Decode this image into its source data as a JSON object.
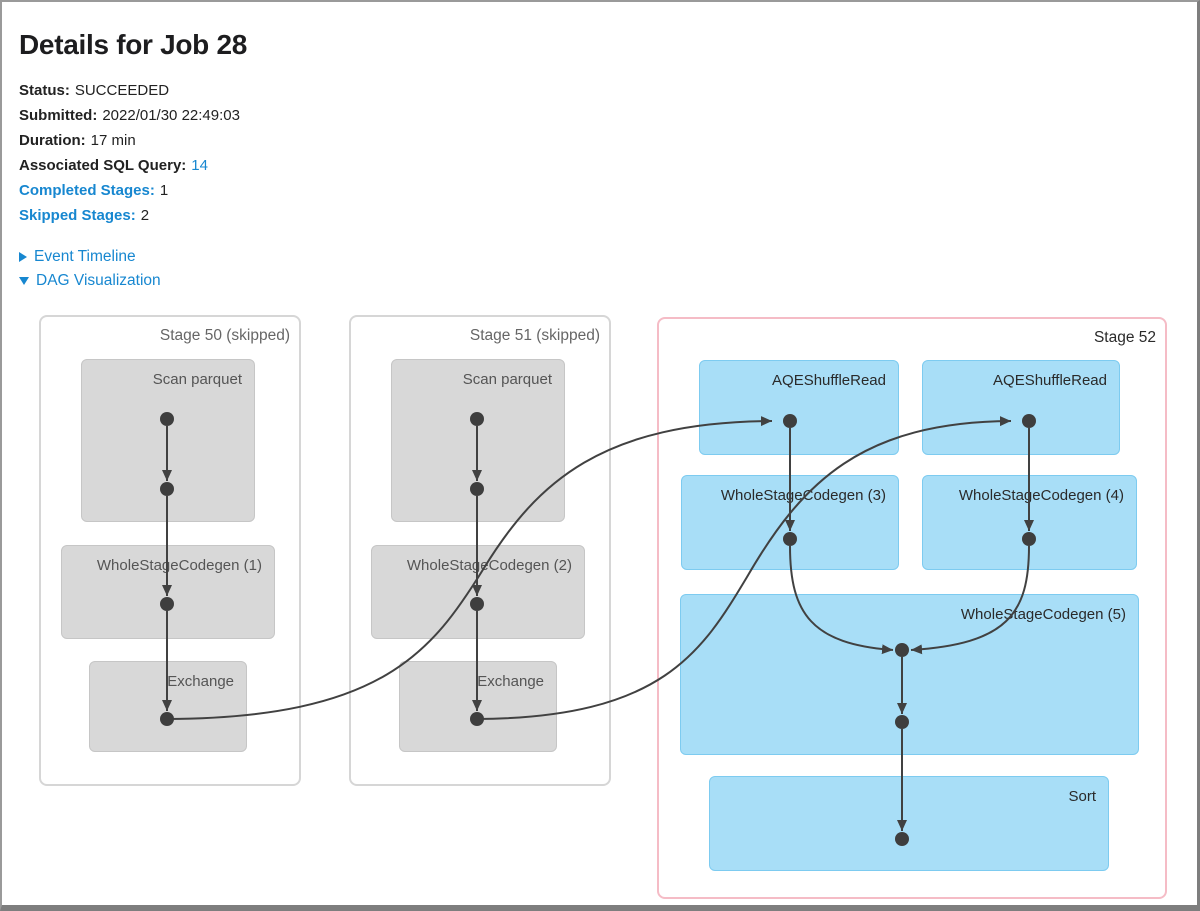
{
  "header": {
    "title": "Details for Job 28",
    "fields": [
      {
        "label": "Status:",
        "value": "SUCCEEDED"
      },
      {
        "label": "Submitted:",
        "value": "2022/01/30 22:49:03"
      },
      {
        "label": "Duration:",
        "value": "17 min"
      },
      {
        "label": "Associated SQL Query:",
        "value": "14"
      },
      {
        "label": "Completed Stages:",
        "value": "1"
      },
      {
        "label": "Skipped Stages:",
        "value": "2"
      }
    ]
  },
  "toggles": {
    "event_timeline": {
      "label": "Event Timeline",
      "state": "collapsed",
      "icon": "caret-right"
    },
    "dag_visualization": {
      "label": "DAG Visualization",
      "state": "expanded",
      "icon": "caret-down"
    }
  },
  "dag": {
    "stages": [
      {
        "title": "Stage 50 (skipped)",
        "skipped": true,
        "nodes": [
          "Scan parquet",
          "WholeStageCodegen (1)",
          "Exchange"
        ]
      },
      {
        "title": "Stage 51 (skipped)",
        "skipped": true,
        "nodes": [
          "Scan parquet",
          "WholeStageCodegen (2)",
          "Exchange"
        ]
      },
      {
        "title": "Stage 52",
        "skipped": false,
        "nodes": [
          "AQEShuffleRead",
          "AQEShuffleRead",
          "WholeStageCodegen (3)",
          "WholeStageCodegen (4)",
          "WholeStageCodegen (5)",
          "Sort"
        ]
      }
    ],
    "edges_summary": [
      "Stage 50: Scan parquet -> WholeStageCodegen (1) -> Exchange",
      "Stage 51: Scan parquet -> WholeStageCodegen (2) -> Exchange",
      "Stage 50 Exchange -> Stage 52 AQEShuffleRead (left)",
      "Stage 51 Exchange -> Stage 52 AQEShuffleRead (right)",
      "AQEShuffleRead (left) -> WholeStageCodegen (3) -> WholeStageCodegen (5)",
      "AQEShuffleRead (right) -> WholeStageCodegen (4) -> WholeStageCodegen (5)",
      "WholeStageCodegen (5) -> Sort"
    ]
  },
  "colors": {
    "link_blue": "#1787d0",
    "node_gray_fill": "#d8d8d8",
    "node_gray_border": "#c6c6c6",
    "node_blue_fill": "#a8def7",
    "node_blue_border": "#7dcbf0",
    "stage_skipped_border": "#d6d6d6",
    "stage_active_border": "#f5bcc6",
    "edge_color": "#414141"
  }
}
